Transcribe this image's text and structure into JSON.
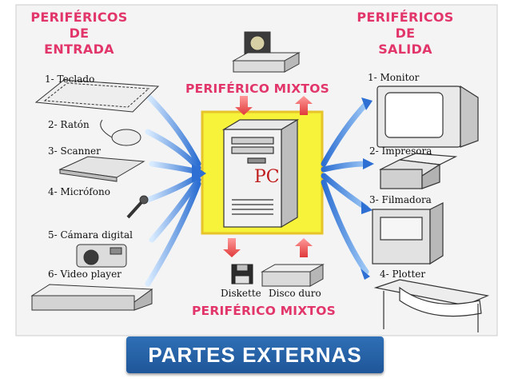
{
  "headers": {
    "input": [
      "PERIFÉRICOS",
      "DE",
      "ENTRADA"
    ],
    "output": [
      "PERIFÉRICOS",
      "DE",
      "SALIDA"
    ],
    "mixed_top": "PERIFÉRICO MIXTOS",
    "mixed_bottom": "PERIFÉRICO MIXTOS"
  },
  "center_label": "PC",
  "input_devices": [
    "1- Teclado",
    "2- Ratón",
    "3- Scanner",
    "4- Micrófono",
    "5- Cámara digital",
    "6- Video player"
  ],
  "output_devices": [
    "1- Monitor",
    "2- Impresora",
    "3- Filmadora",
    "4- Plotter"
  ],
  "mixed_devices": [
    "Diskette",
    "Disco duro"
  ],
  "footer": "PARTES EXTERNAS",
  "colors": {
    "header": "#e2366b",
    "center_box": "#f7f23a",
    "arrow_blue": "#2f6fd0",
    "arrow_red": "#e24e4e",
    "footer_bg": "#2f6fb5"
  }
}
